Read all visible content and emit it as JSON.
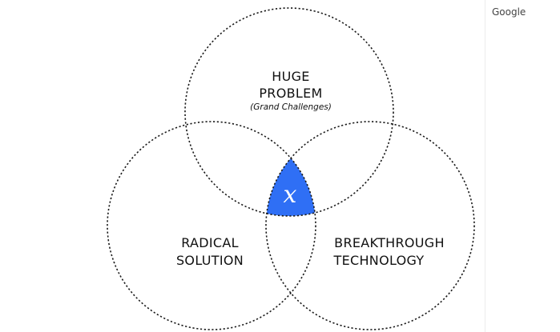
{
  "diagram": {
    "circles": [
      {
        "id": "huge-problem",
        "title_line1": "HUGE",
        "title_line2": "PROBLEM",
        "subtitle": "(Grand Challenges)"
      },
      {
        "id": "radical-solution",
        "title_line1": "RADICAL",
        "title_line2": "SOLUTION"
      },
      {
        "id": "breakthrough-technology",
        "title_line1": "BREAKTHROUGH",
        "title_line2": "TECHNOLOGY"
      }
    ],
    "intersection": {
      "label": "x",
      "fill_color": "#2f6ff5"
    },
    "stroke_color": "#1a1a1a"
  },
  "side_panel": {
    "brand": "Google"
  }
}
